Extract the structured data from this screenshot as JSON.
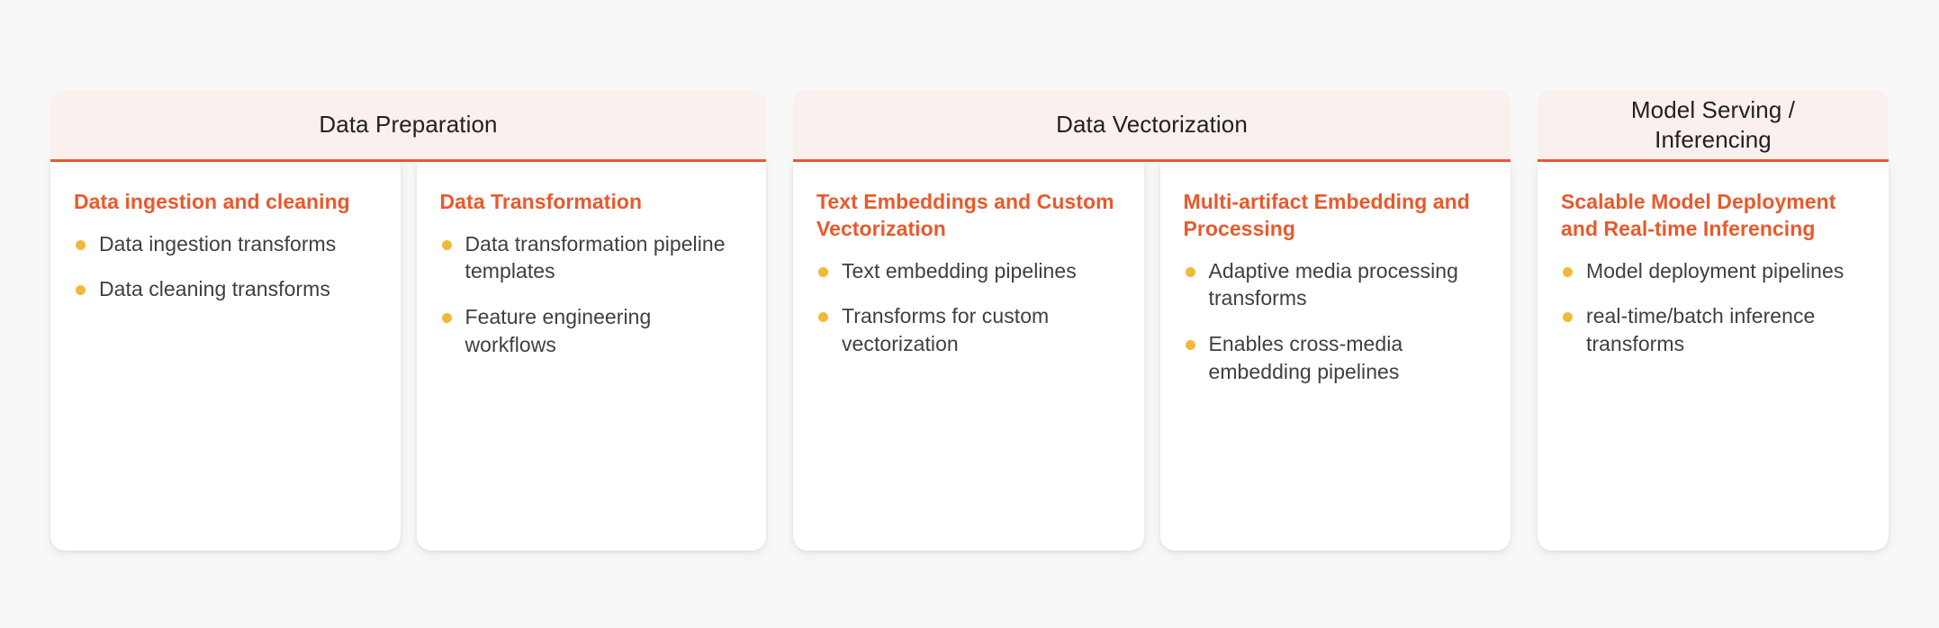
{
  "page": {
    "background_color": "#F8F8F8",
    "accent_orange": "#E9592B",
    "header_band_color": "#FAF0EE",
    "bullet_dot_color": "#F2B938",
    "body_text_color": "#3C4043"
  },
  "groups": [
    {
      "id": "data-preparation",
      "title": "Data Preparation",
      "cards": [
        {
          "title": "Data ingestion and cleaning",
          "bullets": [
            "Data ingestion transforms",
            "Data cleaning transforms"
          ]
        },
        {
          "title": "Data Transformation",
          "bullets": [
            "Data transformation pipeline templates",
            "Feature engineering workflows"
          ]
        }
      ]
    },
    {
      "id": "data-vectorization",
      "title": "Data Vectorization",
      "cards": [
        {
          "title": "Text Embeddings and Custom Vectorization",
          "bullets": [
            "Text embedding pipelines",
            "Transforms for custom vectorization"
          ]
        },
        {
          "title": "Multi-artifact Embedding and Processing",
          "bullets": [
            "Adaptive media processing transforms",
            "Enables cross-media embedding pipelines"
          ]
        }
      ]
    },
    {
      "id": "model-serving-inferencing",
      "title": "Model Serving /\nInferencing",
      "cards": [
        {
          "title": "Scalable Model Deployment and Real-time Inferencing",
          "bullets": [
            "Model deployment pipelines",
            "real-time/batch inference transforms"
          ]
        }
      ]
    }
  ]
}
